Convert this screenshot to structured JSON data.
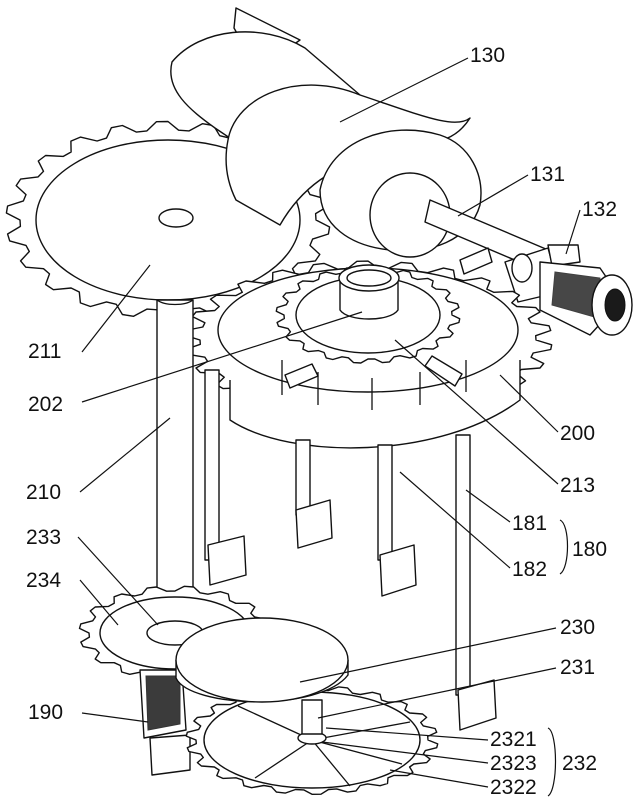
{
  "labels": {
    "l130": "130",
    "l131": "131",
    "l132": "132",
    "l211": "211",
    "l202": "202",
    "l200": "200",
    "l213": "213",
    "l210": "210",
    "l181": "181",
    "l180": "180",
    "l182": "182",
    "l233": "233",
    "l234": "234",
    "l230": "230",
    "l231": "231",
    "l190": "190",
    "l2321": "2321",
    "l2323": "2323",
    "l232": "232",
    "l2322": "2322"
  }
}
